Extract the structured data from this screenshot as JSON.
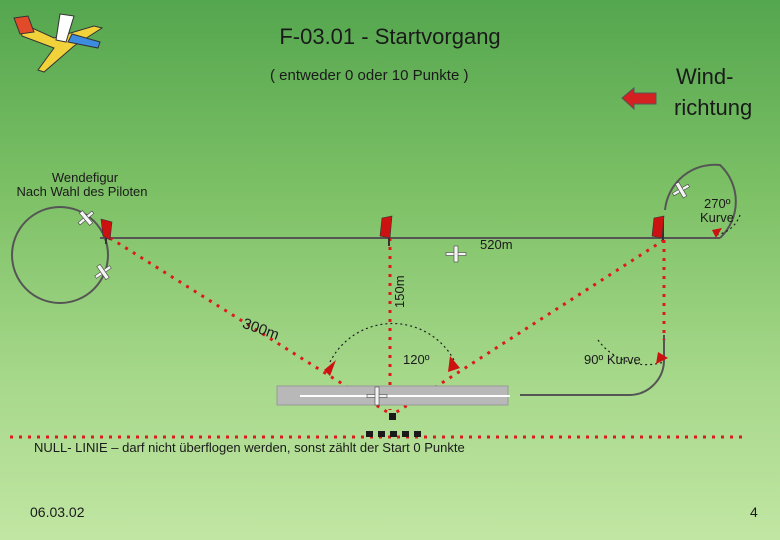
{
  "title": "F-03.01 - Startvorgang",
  "subtitle": "( entweder 0 oder 10 Punkte )",
  "wind": {
    "line1": "Wind-",
    "line2": "richtung"
  },
  "turn_figure": {
    "line1": "Wendefigur",
    "line2": "Nach Wahl des Piloten"
  },
  "curve_270": {
    "line1": "270º",
    "line2": "Kurve"
  },
  "distance_520": "520m",
  "distance_150": "150m",
  "distance_300": "300m",
  "angle_120": "120º",
  "curve_90": "90º Kurve",
  "null_line_note": "NULL- LINIE – darf nicht überflogen werden, sonst zählt der Start 0 Punkte",
  "date": "06.03.02",
  "page_number": "4",
  "colors": {
    "flag": "#cc1111",
    "dotted": "#dd1a1a",
    "path": "#555555",
    "runway": "#b8b8b8",
    "marker": "#1a1a1a"
  },
  "icons": [
    "airplane-logo-icon",
    "wind-arrow-icon",
    "airplane-icon",
    "flag-icon"
  ]
}
